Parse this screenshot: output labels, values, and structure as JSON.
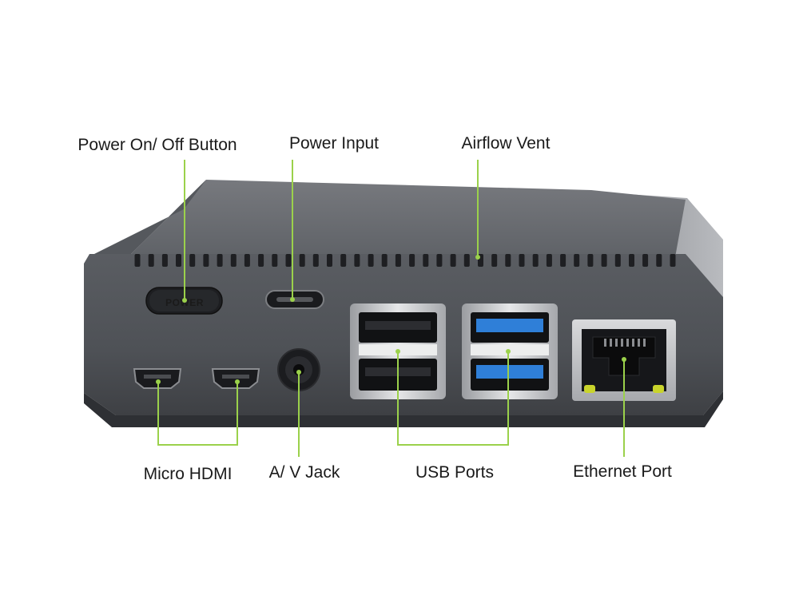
{
  "labels": {
    "power_button": "Power On/ Off Button",
    "power_input": "Power Input",
    "airflow_vent": "Airflow Vent",
    "micro_hdmi": "Micro HDMI",
    "av_jack": "A/ V Jack",
    "usb_ports": "USB Ports",
    "ethernet_port": "Ethernet Port"
  },
  "silkscreen": {
    "power_button_text": "POWER"
  },
  "colors": {
    "leader_line": "#9bd14b",
    "case_body": "#4a4d52",
    "case_top": "#6b6e73",
    "usb3_blue": "#2f7fd8",
    "led_yellow": "#c9d42b"
  }
}
